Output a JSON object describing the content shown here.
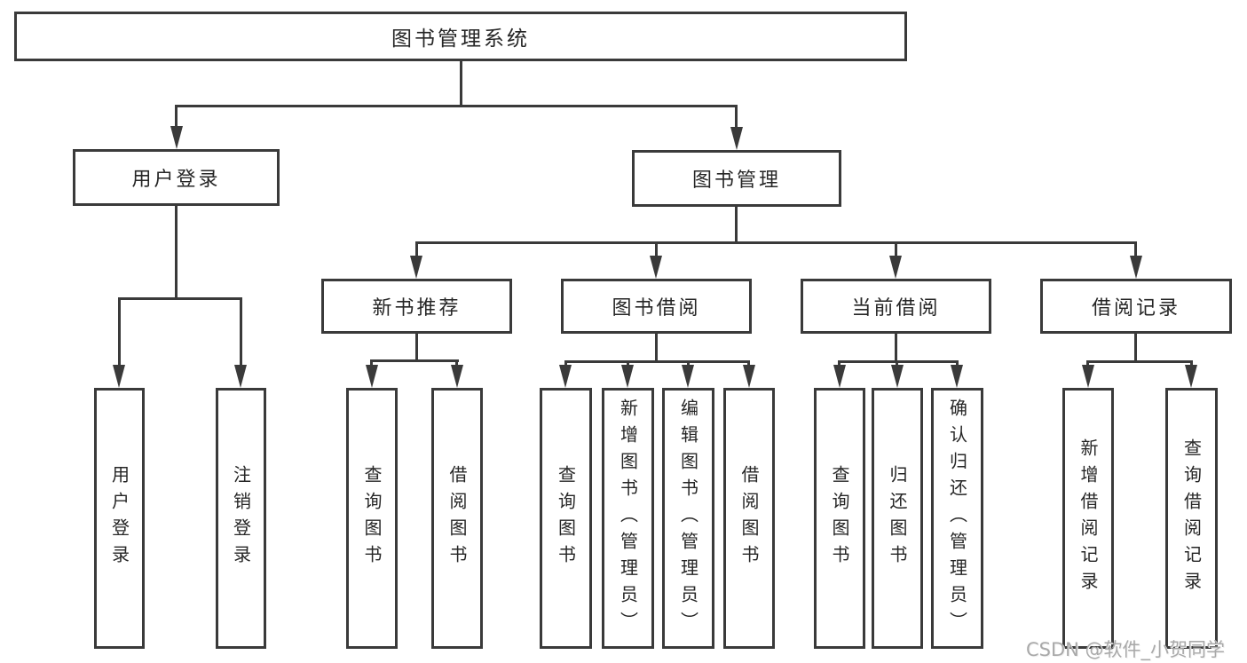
{
  "diagram": {
    "type": "hierarchy-tree",
    "root": {
      "label": "图书管理系统"
    },
    "branches": [
      {
        "label": "用户登录",
        "children": [
          {
            "label": "用户登录"
          },
          {
            "label": "注销登录"
          }
        ]
      },
      {
        "label": "图书管理",
        "children": [
          {
            "label": "新书推荐",
            "children": [
              {
                "label": "查询图书"
              },
              {
                "label": "借阅图书"
              }
            ]
          },
          {
            "label": "图书借阅",
            "children": [
              {
                "label": "查询图书"
              },
              {
                "label": "新增图书（管理员）"
              },
              {
                "label": "编辑图书（管理员）"
              },
              {
                "label": "借阅图书"
              }
            ]
          },
          {
            "label": "当前借阅",
            "children": [
              {
                "label": "查询图书"
              },
              {
                "label": "归还图书"
              },
              {
                "label": "确认归还（管理员）"
              }
            ]
          },
          {
            "label": "借阅记录",
            "children": [
              {
                "label": "新增借阅记录"
              },
              {
                "label": "查询借阅记录"
              }
            ]
          }
        ]
      }
    ]
  },
  "colors": {
    "line": "#3a3a3a",
    "text": "#262626",
    "background": "#ffffff",
    "watermark": "#a9a9a9"
  },
  "watermark": {
    "text": "CSDN @软件_小贺同学"
  }
}
